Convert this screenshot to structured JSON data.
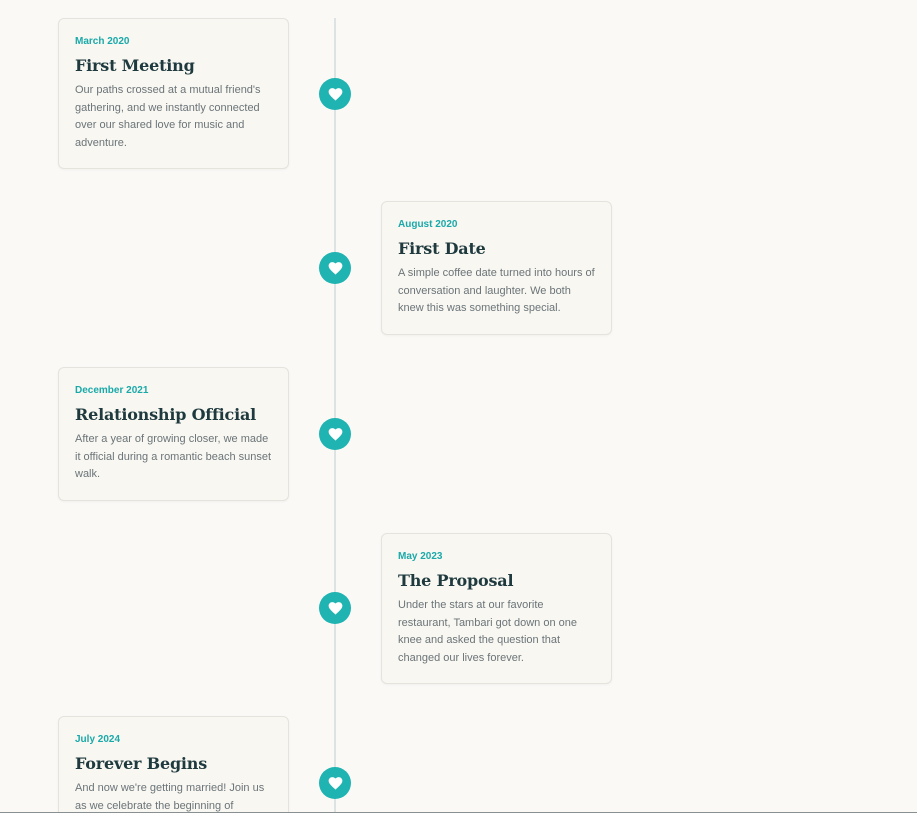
{
  "timeline": {
    "events": [
      {
        "date": "March 2020",
        "title": "First Meeting",
        "text": "Our paths crossed at a mutual friend's gathering, and we instantly connected over our shared love for music and adventure.",
        "icon": "heart-icon"
      },
      {
        "date": "August 2020",
        "title": "First Date",
        "text": "A simple coffee date turned into hours of conversation and laughter. We both knew this was something special.",
        "icon": "heart-icon"
      },
      {
        "date": "December 2021",
        "title": "Relationship Official",
        "text": "After a year of growing closer, we made it official during a romantic beach sunset walk.",
        "icon": "heart-icon"
      },
      {
        "date": "May 2023",
        "title": "The Proposal",
        "text": "Under the stars at our favorite restaurant, Tambari got down on one knee and asked the question that changed our lives forever.",
        "icon": "heart-icon"
      },
      {
        "date": "July 2024",
        "title": "Forever Begins",
        "text": "And now we're getting married! Join us as we celebrate the beginning of",
        "icon": "heart-icon"
      }
    ]
  },
  "colors": {
    "accent": "#1fb3b1",
    "title": "#1f3a3e",
    "body_text": "#6b7478",
    "background": "#faf9f6"
  }
}
